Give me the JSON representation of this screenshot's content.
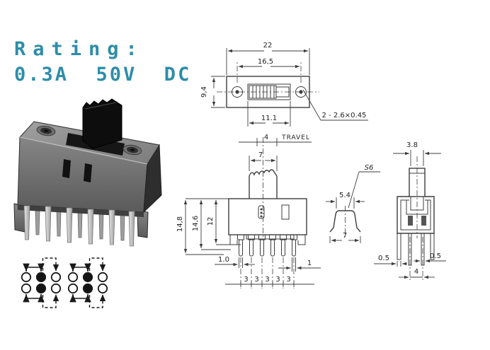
{
  "rating": {
    "line1": "Rating:",
    "line2": "0.3A  50V  DC",
    "color": "#2e8da8"
  },
  "top_view": {
    "dim_overall_width": "22",
    "dim_hole_pitch": "16,5",
    "dim_depth": "9,4",
    "dim_slot_width": "11.1",
    "hole_note": "2 - 2.6×0.45"
  },
  "front_view": {
    "dim_travel": "4",
    "travel_label": "TRAVEL",
    "dim_knob_width": "7",
    "dim_height_total": "14,8",
    "dim_height_no_pins": "14,6",
    "dim_height_body": "12",
    "dim_pin_width_left": "1.0",
    "dim_pin_width_right": "1",
    "dim_pin_pitch": [
      "3",
      "3",
      "3",
      "3",
      "3"
    ]
  },
  "detail_view": {
    "label": "S6",
    "dim_top_width": "5.4",
    "dim_bottom_width": "7"
  },
  "side_view": {
    "dim_knob_depth": "3.8",
    "dim_left_material": "0.5",
    "dim_right_material": "0.5",
    "dim_pin_spacing": "4"
  },
  "schematic": {
    "groups": 2,
    "rows": 2,
    "columns": 3,
    "filled_column": 2,
    "solid_bracket_links": "1-2",
    "dashed_bracket_links": "2-3"
  },
  "colors": {
    "accent": "#2e8da8",
    "line": "#3d3d3d",
    "ink": "#1a1a1a",
    "paper": "#ffffff"
  }
}
